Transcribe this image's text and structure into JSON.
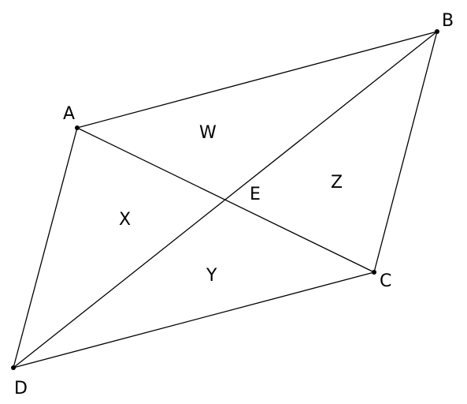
{
  "diagram": {
    "vertices": {
      "A": "A",
      "B": "B",
      "C": "C",
      "D": "D",
      "E": "E"
    },
    "regions": {
      "W": "W",
      "X": "X",
      "Y": "Y",
      "Z": "Z"
    }
  }
}
